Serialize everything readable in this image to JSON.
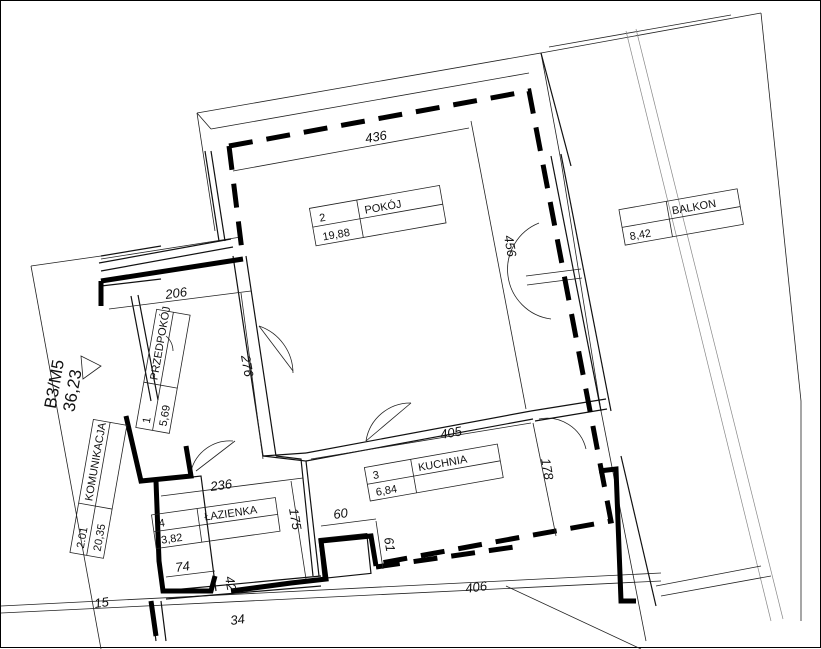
{
  "unit": {
    "code": "B3/M5",
    "area": "36,23"
  },
  "rooms": [
    {
      "number": "2",
      "name": "POKÓJ",
      "area": "19,88"
    },
    {
      "number": "",
      "name": "BALKON",
      "area": "8,42"
    },
    {
      "number": "3",
      "name": "KUCHNIA",
      "area": "6,84"
    },
    {
      "number": "4",
      "name": "ŁAZIENKA",
      "area": "3,82"
    },
    {
      "number": "1",
      "name": "PRZEDPOKÓJ",
      "area": "5,69"
    },
    {
      "number": "2.01",
      "name": "KOMUNIKACJA",
      "area": "20,35"
    }
  ],
  "dimensions": {
    "d436": "436",
    "d456": "456",
    "d206": "206",
    "d276": "276",
    "d405": "405",
    "d178": "178",
    "d236": "236",
    "d175": "175",
    "d60": "60",
    "d61": "61",
    "d74": "74",
    "d42": "42",
    "d406": "406",
    "d15": "15",
    "d34": "34"
  }
}
